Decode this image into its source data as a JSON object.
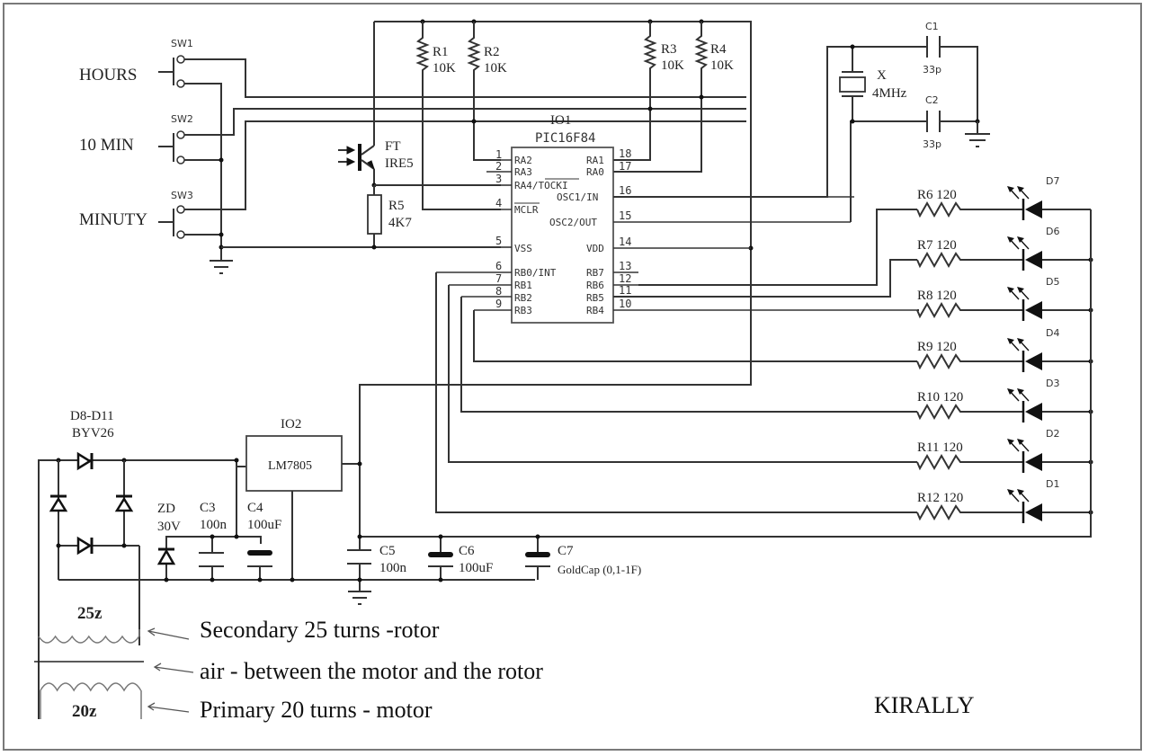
{
  "switches": [
    {
      "ref": "SW1",
      "function": "HOURS"
    },
    {
      "ref": "SW2",
      "function": "10 MIN"
    },
    {
      "ref": "SW3",
      "function": "MINUTY"
    }
  ],
  "phototransistor": {
    "ref": "FT",
    "part": "IRE5"
  },
  "pullups": [
    {
      "ref": "R1",
      "value": "10K"
    },
    {
      "ref": "R2",
      "value": "10K"
    },
    {
      "ref": "R3",
      "value": "10K"
    },
    {
      "ref": "R4",
      "value": "10K"
    }
  ],
  "r5": {
    "ref": "R5",
    "value": "4K7"
  },
  "mcu": {
    "ref": "IO1",
    "part": "PIC16F84",
    "left_pins": [
      {
        "num": "1",
        "name": "RA2"
      },
      {
        "num": "2",
        "name": "RA3"
      },
      {
        "num": "3",
        "name": "RA4/TOCKI"
      },
      {
        "num": "4",
        "name": "MCLR"
      },
      {
        "num": "5",
        "name": "VSS"
      },
      {
        "num": "6",
        "name": "RB0/INT"
      },
      {
        "num": "7",
        "name": "RB1"
      },
      {
        "num": "8",
        "name": "RB2"
      },
      {
        "num": "9",
        "name": "RB3"
      }
    ],
    "right_pins": [
      {
        "num": "18",
        "name": "RA1"
      },
      {
        "num": "17",
        "name": "RA0"
      },
      {
        "num": "16",
        "name": "OSC1/IN"
      },
      {
        "num": "15",
        "name": "OSC2/OUT"
      },
      {
        "num": "14",
        "name": "VDD"
      },
      {
        "num": "13",
        "name": "RB7"
      },
      {
        "num": "12",
        "name": "RB6"
      },
      {
        "num": "11",
        "name": "RB5"
      },
      {
        "num": "10",
        "name": "RB4"
      }
    ]
  },
  "crystal": {
    "ref": "X",
    "value": "4MHz"
  },
  "osc_caps": [
    {
      "ref": "C1",
      "value": "33p"
    },
    {
      "ref": "C2",
      "value": "33p"
    }
  ],
  "leds": [
    {
      "resistor": "R6 120",
      "diode": "D7"
    },
    {
      "resistor": "R7 120",
      "diode": "D6"
    },
    {
      "resistor": "R8 120",
      "diode": "D5"
    },
    {
      "resistor": "R9 120",
      "diode": "D4"
    },
    {
      "resistor": "R10 120",
      "diode": "D3"
    },
    {
      "resistor": "R11 120",
      "diode": "D2"
    },
    {
      "resistor": "R12 120",
      "diode": "D1"
    }
  ],
  "rectifier": {
    "ref": "D8-D11",
    "part": "BYV26"
  },
  "regulator": {
    "ref": "IO2",
    "part": "LM7805"
  },
  "zener": {
    "ref": "ZD",
    "value": "30V"
  },
  "caps": [
    {
      "ref": "C3",
      "value": "100n"
    },
    {
      "ref": "C4",
      "value": "100uF"
    },
    {
      "ref": "C5",
      "value": "100n"
    },
    {
      "ref": "C6",
      "value": "100uF"
    },
    {
      "ref": "C7",
      "value": "GoldCap (0,1-1F)"
    }
  ],
  "coils": {
    "secondary_label": "25z",
    "primary_label": "20z",
    "notes": [
      "Secondary 25 turns -rotor",
      "air - between the motor and the rotor",
      "Primary 20 turns  - motor"
    ]
  },
  "author": "KIRALLY"
}
